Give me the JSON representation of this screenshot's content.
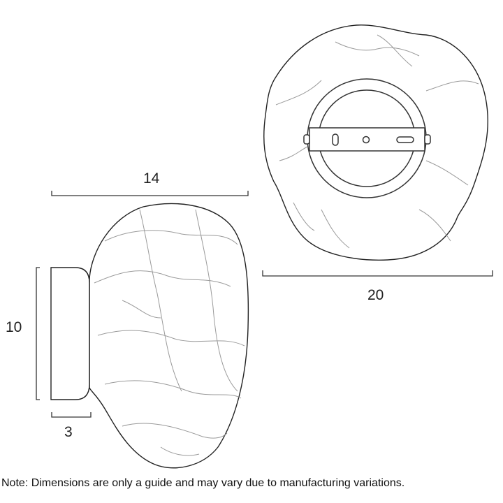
{
  "dimensions": {
    "depth": "14",
    "diameter": "20",
    "backplate_height": "10",
    "backplate_depth": "3"
  },
  "note": "Note: Dimensions are only a guide and may vary due to manufacturing variations.",
  "colors": {
    "line": "#222222",
    "texture": "#9a9a9a"
  }
}
